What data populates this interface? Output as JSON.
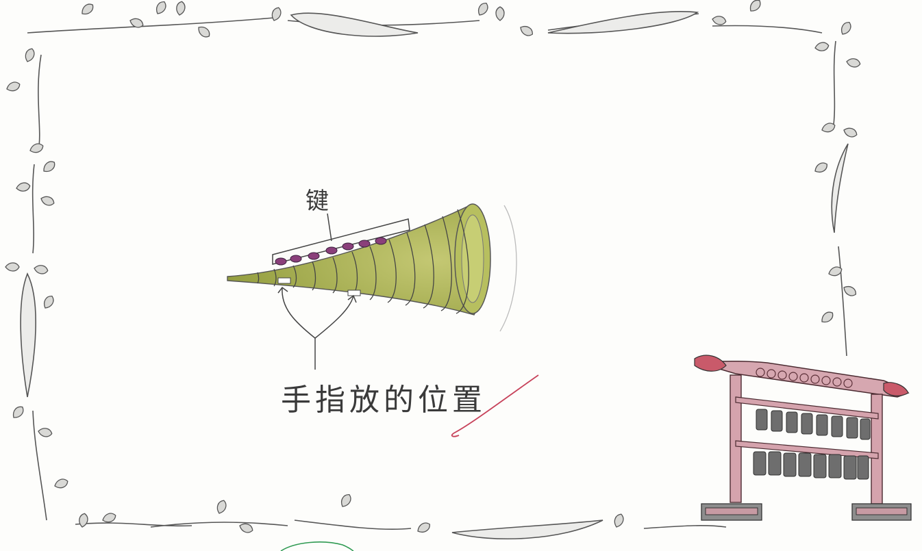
{
  "labels": {
    "finger_position": "手指放的位置",
    "key": "键"
  },
  "colors": {
    "paper": "#fdfdfb",
    "ink": "#3a3a3a",
    "leaf_fill": "#d9d9d6",
    "horn_green": "#a9b04a",
    "key_purple": "#8a3f7a",
    "frame_red": "#b5606b",
    "bell_gray": "#6e6e6e",
    "red_stroke": "#c7425a"
  },
  "icons": [
    "vine-border",
    "horn-instrument",
    "bianzhong-bell-rack"
  ]
}
